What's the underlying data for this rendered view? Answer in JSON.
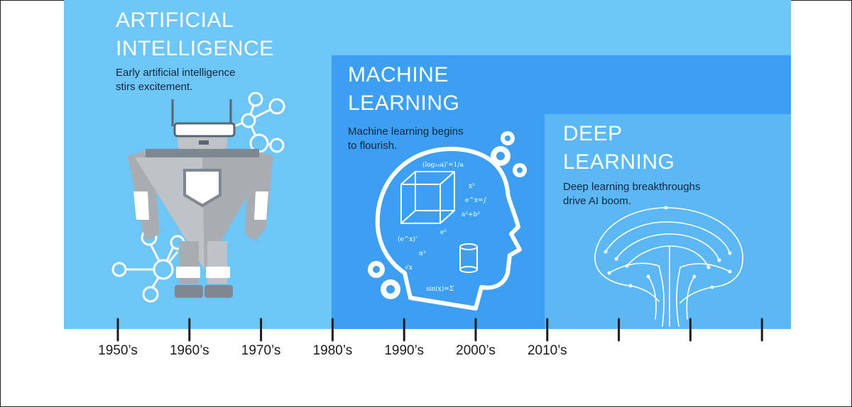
{
  "sections": [
    {
      "title": "ARTIFICIAL\nINTELLIGENCE",
      "description": "Early artificial intelligence\nstirs excitement."
    },
    {
      "title": "MACHINE\nLEARNING",
      "description": "Machine learning begins\nto flourish."
    },
    {
      "title": "DEEP\nLEARNING",
      "description": "Deep learning breakthroughs\ndrive AI boom."
    }
  ],
  "timeline": {
    "labels": [
      "1950’s",
      "1960’s",
      "1970’s",
      "1980’s",
      "1990’s",
      "2000’s",
      "2010’s"
    ],
    "tick_count": 10
  },
  "icons": {
    "section_1": "robot-icon",
    "section_2": "head-with-formulas-icon",
    "section_3": "circuit-brain-icon"
  },
  "colors": {
    "ai_panel": "#6ec6f7",
    "ml_panel": "#3d9ff2",
    "dl_panel": "#5bb8f5",
    "title_text": "#ffffff",
    "desc_text": "#11263f"
  }
}
